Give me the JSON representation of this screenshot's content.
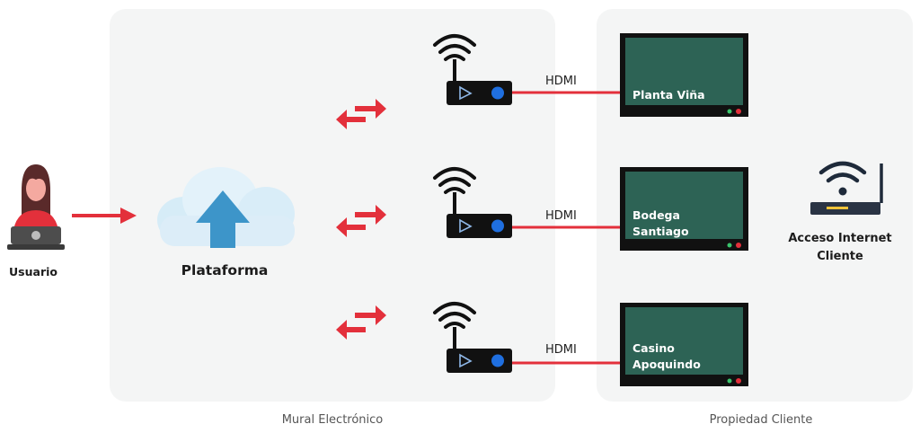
{
  "user": {
    "label": "Usuario"
  },
  "platform": {
    "label": "Plataforma"
  },
  "zones": {
    "mural": "Mural Electrónico",
    "cliente": "Propiedad Cliente"
  },
  "internet": {
    "label_line1": "Acceso Internet",
    "label_line2": "Cliente"
  },
  "connections": [
    {
      "cable": "HDMI",
      "screen_lines": [
        "Planta Viña"
      ]
    },
    {
      "cable": "HDMI",
      "screen_lines": [
        "Bodega",
        "Santiago"
      ]
    },
    {
      "cable": "HDMI",
      "screen_lines": [
        "Casino",
        "Apoquindo"
      ]
    }
  ],
  "colors": {
    "accent": "#e3303b",
    "screen": "#2d6355",
    "panel": "#f4f5f5",
    "cloud": "#dbeef8",
    "cloud_arrow": "#3d95c9"
  },
  "icons": [
    "user-laptop-icon",
    "cloud-upload-icon",
    "bidirectional-arrows-icon",
    "wifi-player-icon",
    "tv-screen-icon",
    "wifi-router-icon"
  ]
}
